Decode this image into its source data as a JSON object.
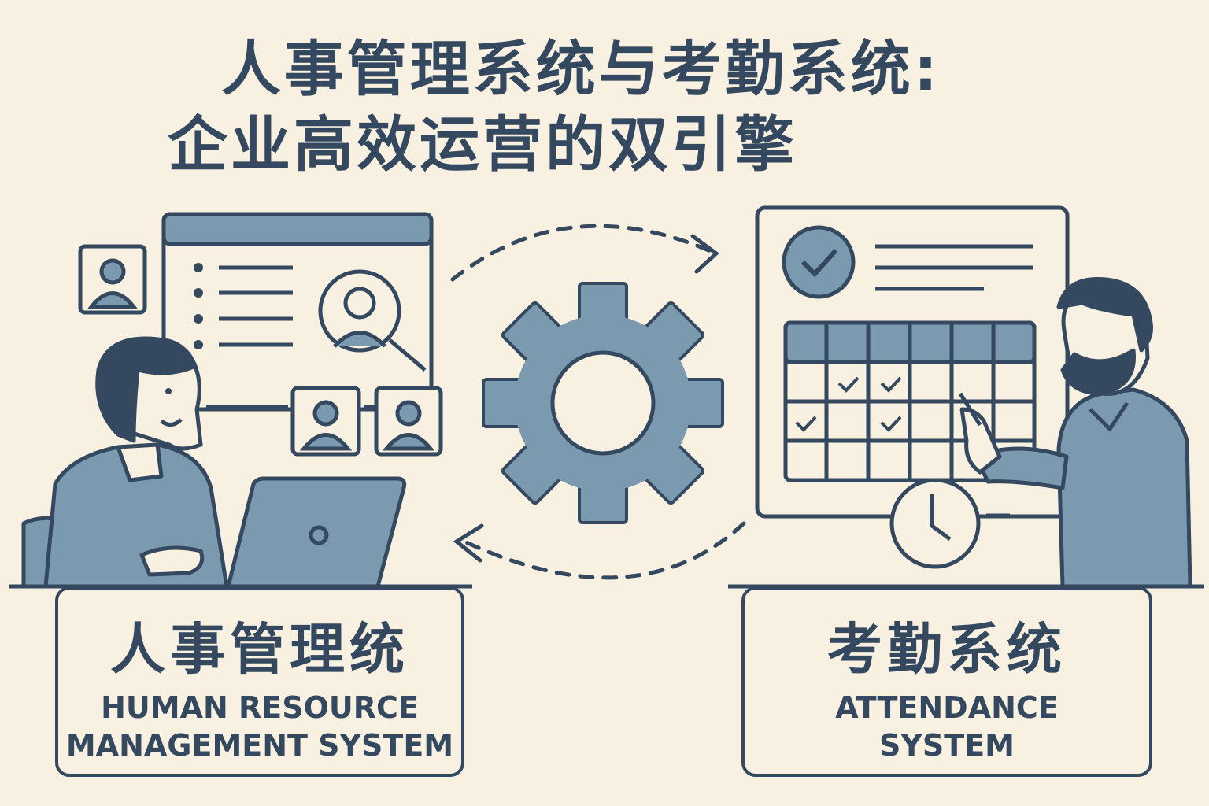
{
  "title": {
    "line1": "人事管理系统与考勤系统:",
    "line2": "企业高效运营的双引擎"
  },
  "hr_system": {
    "label_zh": "人事管理统",
    "label_en_line1": "HUMAN RESOURCE",
    "label_en_line2": "MANAGEMENT SYSTEM"
  },
  "attendance_system": {
    "label_zh": "考勤系统",
    "label_en_line1": "ATTENDANCE",
    "label_en_line2": "SYSTEM"
  },
  "colors": {
    "background": "#f8f0e1",
    "ink": "#34495f",
    "fill_blue": "#7b9ab0"
  },
  "icons": [
    "profile-window-icon",
    "user-avatar-icon",
    "magnifier-user-icon",
    "gear-icon",
    "calendar-icon",
    "check-circle-icon",
    "clock-icon",
    "laptop-icon",
    "swap-arrows-icon"
  ]
}
